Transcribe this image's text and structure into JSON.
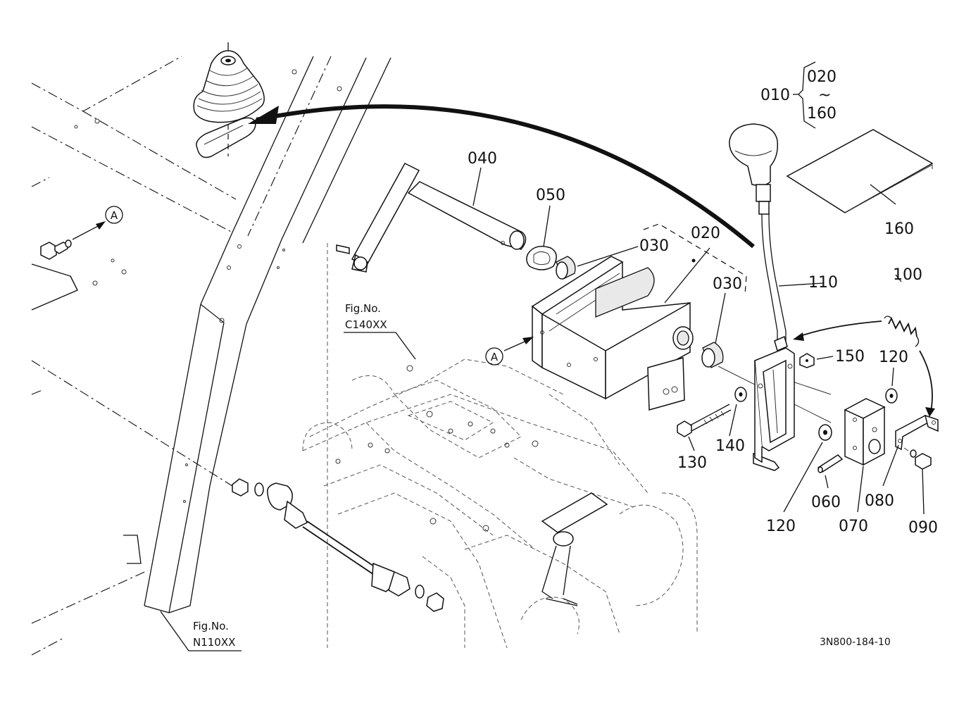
{
  "document_id": "3N800-184-10",
  "figure_refs": [
    {
      "id": "c140",
      "line1": "Fig.No.",
      "line2": "C140XX"
    },
    {
      "id": "n110",
      "line1": "Fig.No.",
      "line2": "N110XX"
    }
  ],
  "view_marker": "A",
  "assembly": {
    "parent": "010",
    "from": "020",
    "tilde": "~",
    "to": "160"
  },
  "part_labels": {
    "p020": "020",
    "p030a": "030",
    "p030b": "030",
    "p040": "040",
    "p050": "050",
    "p060": "060",
    "p070": "070",
    "p080": "080",
    "p090": "090",
    "p100": "100",
    "p110": "110",
    "p120a": "120",
    "p120b": "120",
    "p130": "130",
    "p140": "140",
    "p150": "150",
    "p160": "160"
  }
}
